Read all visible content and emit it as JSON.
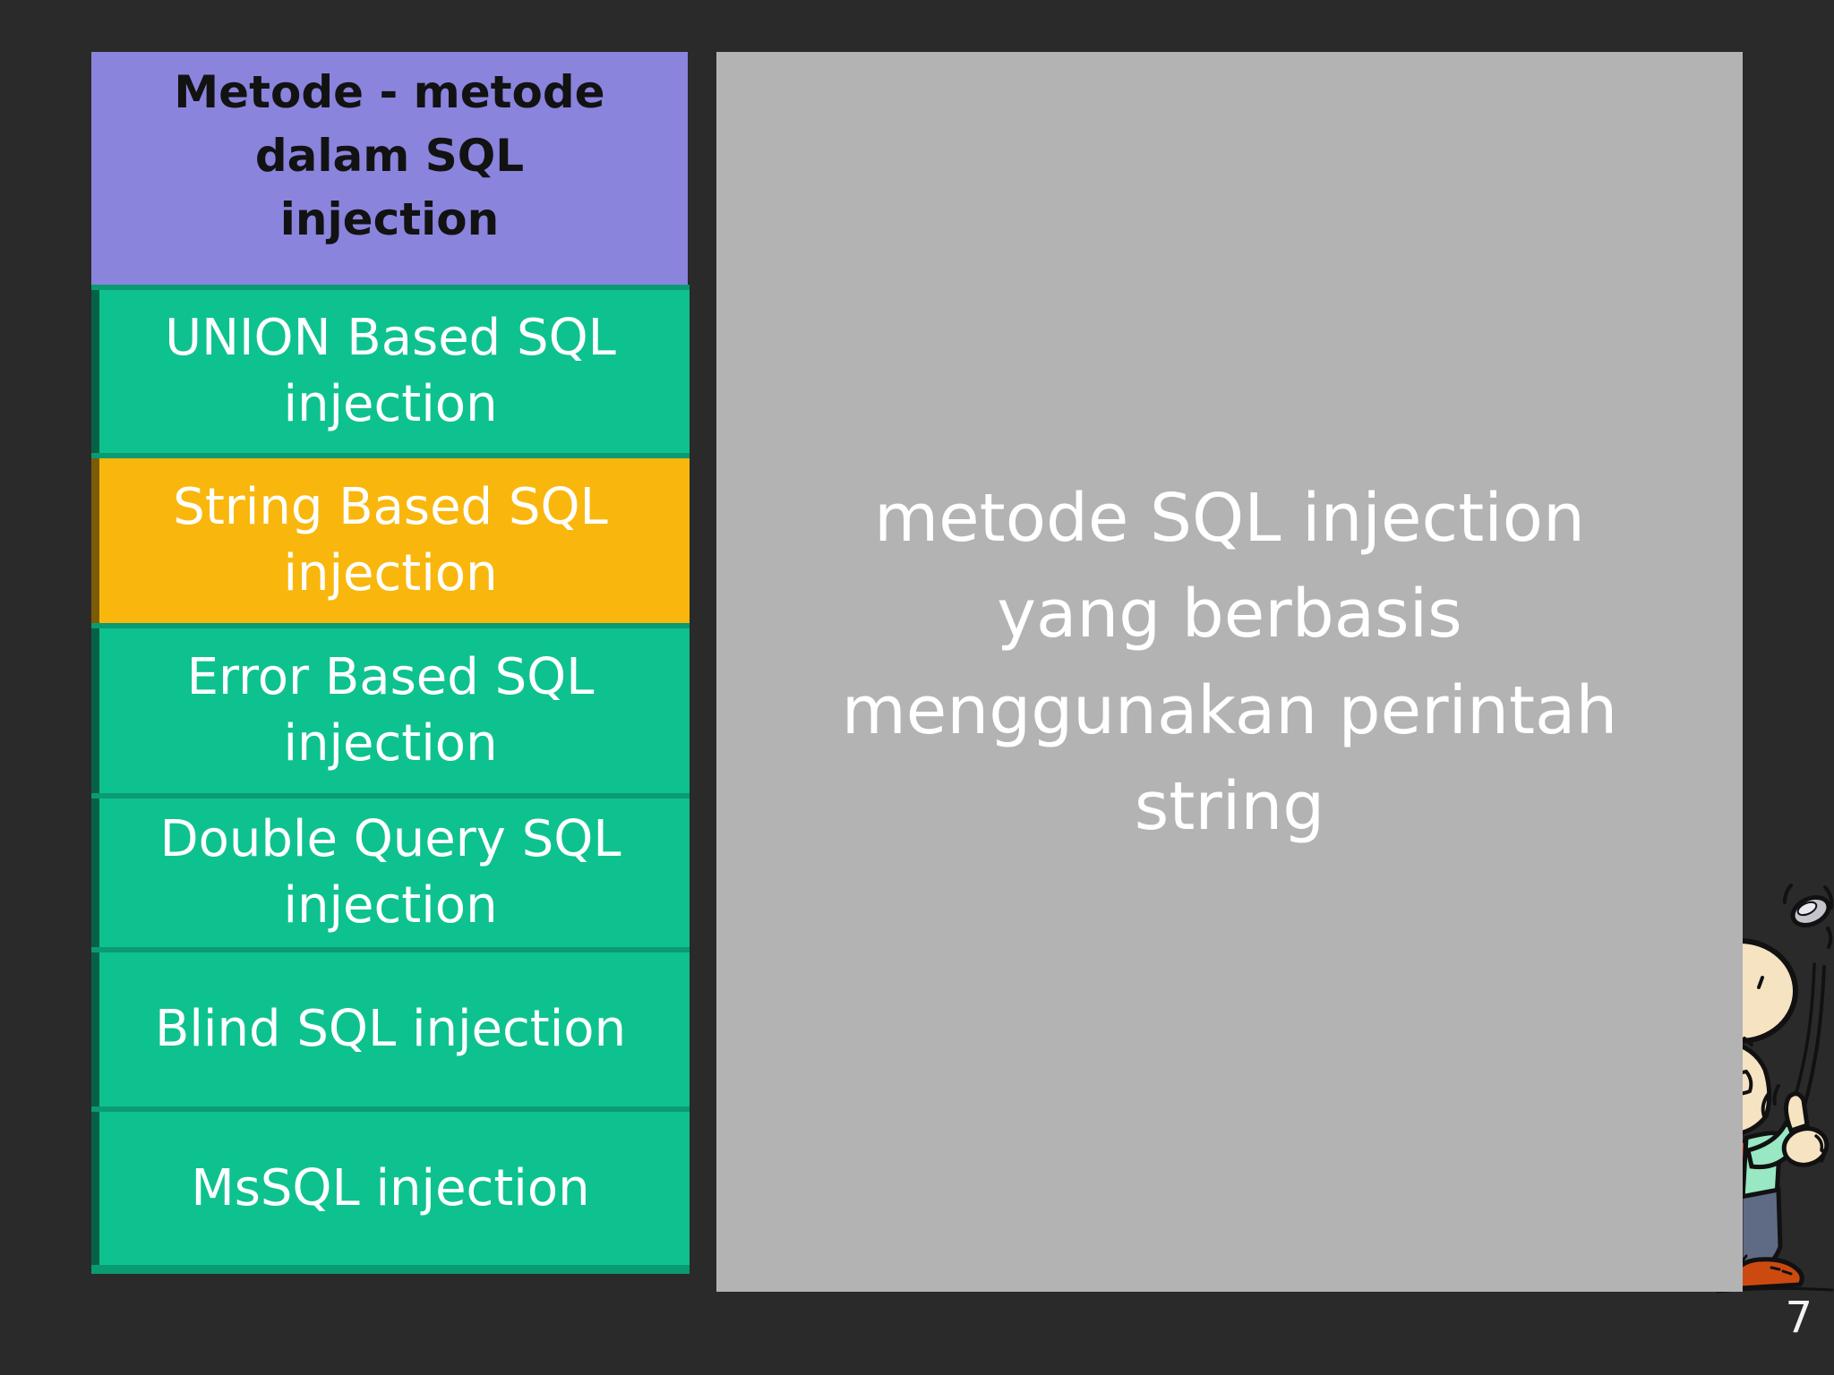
{
  "page": {
    "background_color": "#2a2a2a",
    "page_number": "7"
  },
  "sidebar": {
    "title": "Metode - metode dalam SQL injection",
    "title_bg_color": "#8a84dd",
    "separator_color": "#0a9b72",
    "items": [
      {
        "label": "UNION Based SQL injection",
        "bg": "#0dc28e",
        "highlighted": false
      },
      {
        "label": "String Based SQL injection",
        "bg": "#f9b70d",
        "highlighted": true
      },
      {
        "label": "Error Based SQL injection",
        "bg": "#0dc28e",
        "highlighted": false
      },
      {
        "label": "Double Query SQL injection",
        "bg": "#0dc28e",
        "highlighted": false
      },
      {
        "label": "Blind SQL injection",
        "bg": "#0dc28e",
        "highlighted": false
      },
      {
        "label": "MsSQL injection",
        "bg": "#0dc28e",
        "highlighted": false
      }
    ]
  },
  "content": {
    "panel_bg_color": "#b3b3b3",
    "text": "metode SQL injection yang berbasis menggunakan perintah string",
    "text_color": "#ffffff"
  },
  "decorations": {
    "cartoon_name": "man-flipping-coin-cartoon",
    "coin_color": "#c3c4cc",
    "skin_color": "#f6e3c2",
    "sleeve_color": "#98e8c4",
    "shirt_red_color": "#d93025",
    "shirt_blue_color": "#5068b8",
    "pants_color": "#5f6b85",
    "shoe_color": "#cc4a10"
  }
}
